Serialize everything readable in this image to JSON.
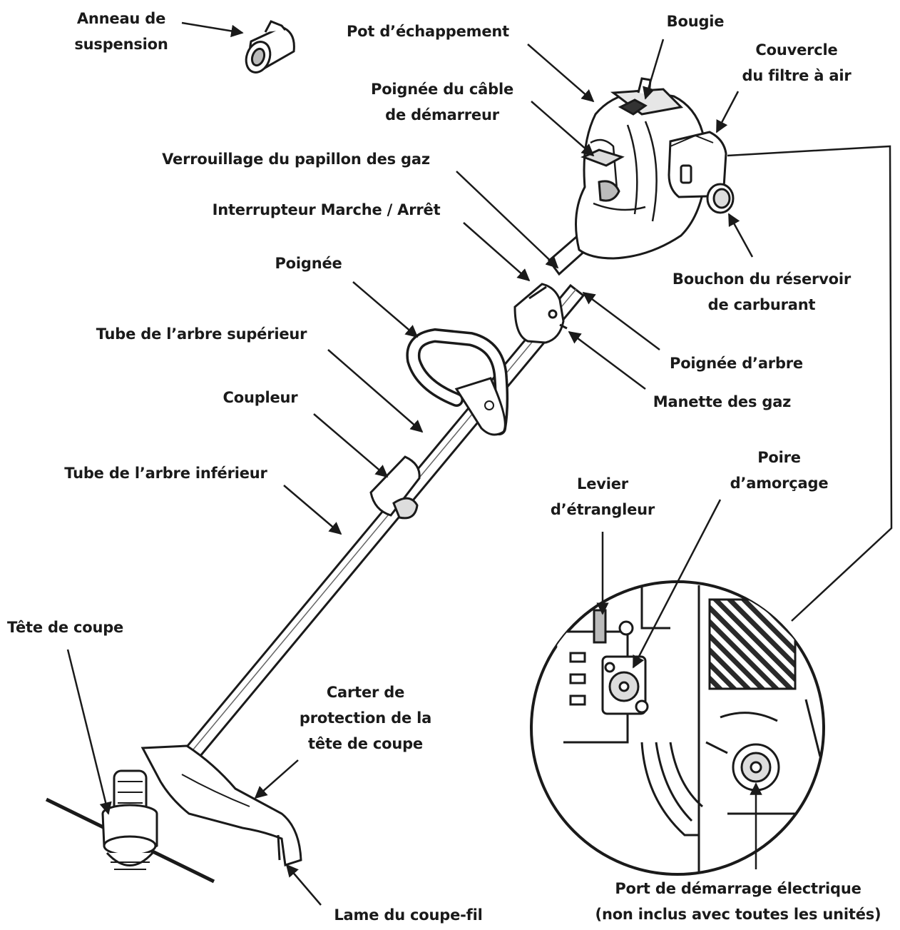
{
  "labels": {
    "anneau": [
      "Anneau de",
      "suspension"
    ],
    "pot": [
      "Pot d’échappement"
    ],
    "bougie": [
      "Bougie"
    ],
    "couvercle": [
      "Couvercle",
      "du filtre à air"
    ],
    "poignee_cable": [
      "Poignée du câble",
      "de démarreur"
    ],
    "verrouillage": [
      "Verrouillage du papillon des gaz"
    ],
    "interrupteur": [
      "Interrupteur Marche / Arrêt"
    ],
    "bouchon": [
      "Bouchon du réservoir",
      "de carburant"
    ],
    "poignee": [
      "Poignée"
    ],
    "tube_sup": [
      "Tube de l’arbre supérieur"
    ],
    "poignee_arbre": [
      "Poignée d’arbre"
    ],
    "coupleur": [
      "Coupleur"
    ],
    "manette": [
      "Manette des gaz"
    ],
    "poire": [
      "Poire",
      "d’amorçage"
    ],
    "tube_inf": [
      "Tube de l’arbre inférieur"
    ],
    "levier": [
      "Levier",
      "d’étrangleur"
    ],
    "tete": [
      "Tête de coupe"
    ],
    "carter": [
      "Carter de",
      "protection de la",
      "tête de coupe"
    ],
    "port": [
      "Port de démarrage électrique",
      "(non inclus avec toutes les unités)"
    ],
    "lame": [
      "Lame du coupe-fil"
    ]
  },
  "colors": {
    "ink": "#1a1a1a",
    "background": "#ffffff"
  }
}
